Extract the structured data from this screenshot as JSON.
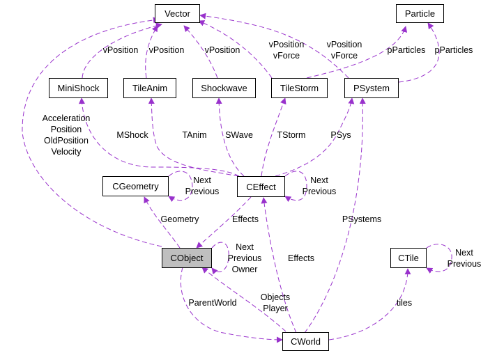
{
  "colors": {
    "edge": "#9932CC",
    "node_border": "#000000",
    "highlight_fill": "#BFBFBF"
  },
  "nodes": {
    "vector": "Vector",
    "particle": "Particle",
    "minishock": "MiniShock",
    "tileanim": "TileAnim",
    "shockwave": "Shockwave",
    "tilestorm": "TileStorm",
    "psystem": "PSystem",
    "cgeometry": "CGeometry",
    "ceffect": "CEffect",
    "cobject": "CObject",
    "ctile": "CTile",
    "cworld": "CWorld"
  },
  "edge_labels": {
    "cobject_vector": [
      "Acceleration",
      "Position",
      "OldPosition",
      "Velocity"
    ],
    "minishock_vector": [
      "vPosition"
    ],
    "tileanim_vector": [
      "vPosition"
    ],
    "shockwave_vector": [
      "vPosition"
    ],
    "tilestorm_vector": [
      "vPosition",
      "vForce"
    ],
    "psystem_vector": [
      "vPosition",
      "vForce"
    ],
    "tilestorm_particle": [
      "pParticles"
    ],
    "psystem_particle": [
      "pParticles"
    ],
    "ceffect_minishock": [
      "MShock"
    ],
    "ceffect_tileanim": [
      "TAnim"
    ],
    "ceffect_shockwave": [
      "SWave"
    ],
    "ceffect_tilestorm": [
      "TStorm"
    ],
    "ceffect_psystem": [
      "PSys"
    ],
    "cgeometry_self": [
      "Next",
      "Previous"
    ],
    "ceffect_self": [
      "Next",
      "Previous"
    ],
    "cobject_cgeometry": [
      "Geometry"
    ],
    "cobject_ceffect": [
      "Effects"
    ],
    "cobject_self": [
      "Next",
      "Previous",
      "Owner"
    ],
    "cworld_psystem": [
      "PSystems"
    ],
    "cworld_ceffect": [
      "Effects"
    ],
    "ctile_self": [
      "Next",
      "Previous"
    ],
    "cworld_cobject": [
      "Objects",
      "Player"
    ],
    "cobject_cworld": [
      "ParentWorld"
    ],
    "cworld_ctile": [
      "tiles"
    ]
  }
}
